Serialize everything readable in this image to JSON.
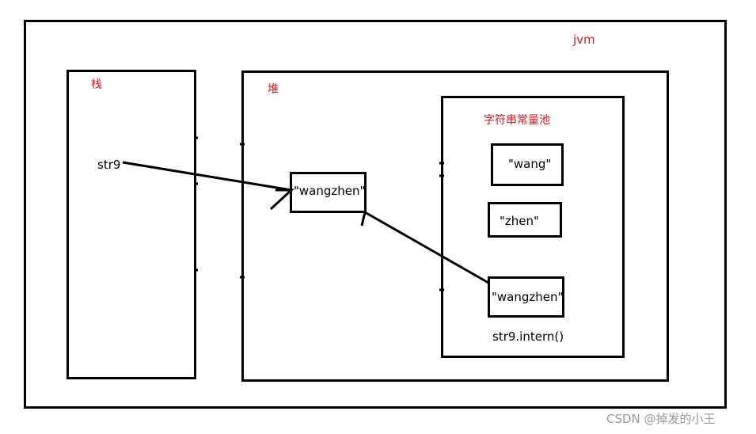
{
  "jvm_label": "jvm",
  "stack": {
    "label": "栈",
    "var": "str9"
  },
  "heap": {
    "label": "堆",
    "object": "\"wangzhen\""
  },
  "string_pool": {
    "label": "字符串常量池",
    "entries": [
      "\"wang\"",
      "\"zhen\"",
      "\"wangzhen\""
    ],
    "call": "str9.intern()"
  },
  "watermark": "CSDN @掉发的小王",
  "colors": {
    "label_red": "#e0141e",
    "line": "#000000"
  }
}
